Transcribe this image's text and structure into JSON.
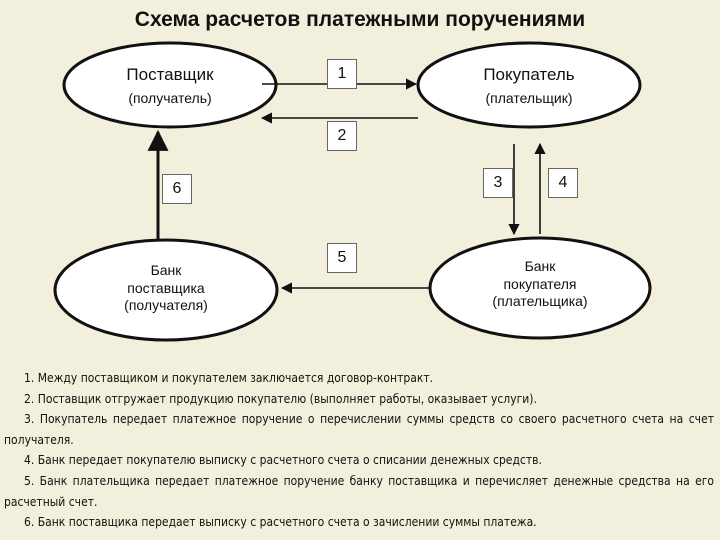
{
  "title": "Схема расчетов платежными поручениями",
  "nodes": {
    "supplier": {
      "line1": "Поставщик",
      "line2": "(получатель)"
    },
    "buyer": {
      "line1": "Покупатель",
      "line2": "(плательщик)"
    },
    "supplier_bank": {
      "line1": "Банк",
      "line2": "поставщика",
      "line3": "(получателя)"
    },
    "buyer_bank": {
      "line1": "Банк",
      "line2": "покупателя",
      "line3": "(плательщика)"
    }
  },
  "arrows": [
    "1",
    "2",
    "3",
    "4",
    "5",
    "6"
  ],
  "steps": [
    "1. Между поставщиком и покупателем заключается договор-контракт.",
    "2. Поставщик отгружает продукцию покупателю (выполняет работы, оказывает услуги).",
    "3. Покупатель передает платежное поручение о перечислении суммы средств со своего расчетного счета на счет получателя.",
    "4. Банк передает покупателю выписку с расчетного счета о списании денежных средств.",
    "5. Банк плательщика передает платежное поручение банку поставщика и перечисляет денежные средства на его расчетный счет.",
    "6. Банк поставщика передает выписку с расчетного счета о зачислении суммы платежа."
  ]
}
